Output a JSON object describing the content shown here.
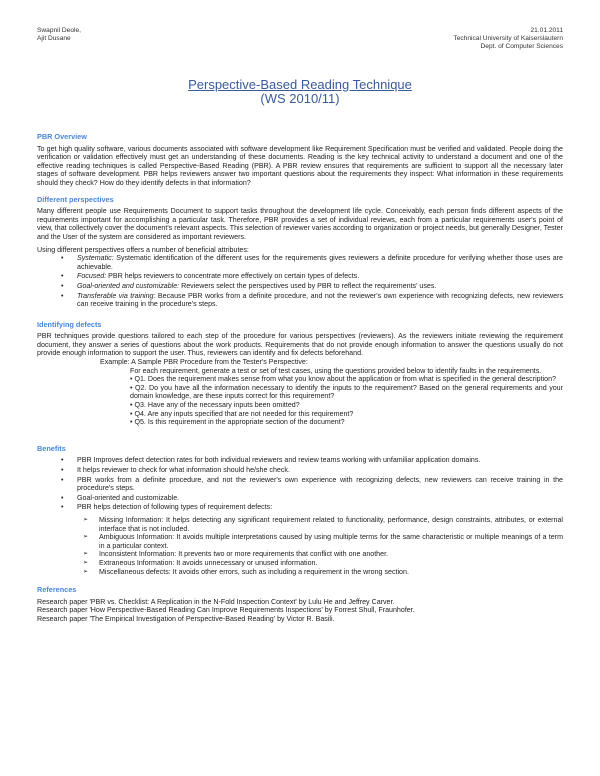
{
  "header": {
    "authors": [
      "Swapnil Deole,",
      "Ajit Dusane"
    ],
    "date": "21.01.2011",
    "institution": "Technical University of Kaiserslautern",
    "department": "Dept. of Computer Sciences"
  },
  "title": {
    "main": "Perspective-Based Reading Technique",
    "sub": "(WS 2010/11)"
  },
  "colors": {
    "title": "#3b5a9a",
    "section_heading": "#4a86d8",
    "body_text": "#222222"
  },
  "overview": {
    "heading": "PBR Overview",
    "text": "To get high quality software, various documents associated with software development like Requirement Specification must be verified and validated. People doing the verification or validation effectively must get an understanding of these documents. Reading is the key technical activity to understand a document and one of the effective reading techniques is called Perspective-Based Reading (PBR). A PBR review ensures that requirements are sufficient to support all the necessary later stages of software development. PBR helps reviewers answer two important questions about the requirements they inspect: What information in these requirements should they check? How do they identify defects in that information?"
  },
  "perspectives": {
    "heading": "Different perspectives",
    "text": "Many different people use Requirements Document to support tasks throughout the development life cycle. Conceivably, each person finds different aspects of the requirements important for accomplishing a particular task. Therefore, PBR provides a set of individual reviews, each from a particular requirements user's point of view, that collectively cover the document's relevant aspects. This selection of reviewer varies according to organization or project needs, but generally Designer, Tester and the User of the system are considered as important reviewers.",
    "intro": "Using different perspectives offers a number of beneficial attributes:",
    "attributes": [
      {
        "term": "Systematic:",
        "text": " Systematic identification of the different uses for the requirements gives reviewers a definite procedure for verifying whether those uses are achievable."
      },
      {
        "term": "Focused:",
        "text": " PBR helps reviewers to concentrate more effectively on certain types of defects."
      },
      {
        "term": "Goal-oriented and customizable:",
        "text": " Reviewers select the perspectives used by PBR to reflect the requirements' uses."
      },
      {
        "term": "Transferable via training:",
        "text": " Because PBR works from a definite procedure, and not the reviewer's own experience with recognizing defects, new reviewers can receive training in the procedure's steps."
      }
    ]
  },
  "defects": {
    "heading": "Identifying defects",
    "text": "PBR techniques provide questions tailored to each step of the procedure for various perspectives (reviewers). As the reviewers initiate reviewing the requirement document, they answer a series of questions about the work products. Requirements that do not provide enough information to answer the questions usually do not provide enough information to support the user. Thus, reviewers can identify and fix defects beforehand.",
    "example_label": "Example: A Sample PBR Procedure from the Tester's Perspective:",
    "example_intro": "For each requirement, generate a test or set of test cases, using the questions provided below to identify faults in the requirements.",
    "questions": [
      "• Q1. Does the requirement makes sense from what you know about the application or from what is specified in the general description?",
      "• Q2. Do you have all the information necessary to identify the inputs to the requirement? Based on the general requirements and your domain knowledge, are these inputs correct for this requirement?",
      "• Q3. Have any of the necessary inputs been omitted?",
      "• Q4. Are any inputs specified that are not needed for this requirement?",
      "• Q5. Is this requirement in the appropriate section of the document?"
    ]
  },
  "benefits": {
    "heading": "Benefits",
    "items": [
      "PBR Improves defect detection rates for both individual reviewers and review teams working with unfamiliar application domains.",
      "It helps reviewer to check for what information should he/she check.",
      "PBR works from a definite procedure, and not the reviewer's own experience with recognizing defects, new reviewers can receive training in the procedure's steps.",
      "Goal-oriented and customizable.",
      "PBR helps detection of following types of requirement defects:"
    ],
    "defect_types": [
      "Missing Information: It helps detecting any significant requirement related to functionality, performance, design constraints, attributes, or external interface that is not included.",
      "Ambiguous Information: It avoids multiple interpretations caused by using multiple terms for the same characteristic or multiple meanings of a term in a particular context.",
      "Inconsistent Information: It prevents two or more requirements that conflict with one another.",
      "Extraneous Information: It avoids unnecessary or unused information.",
      "Miscellaneous defects: It avoids other errors, such as including a requirement in the wrong section."
    ]
  },
  "references": {
    "heading": "References",
    "items": [
      "Research paper 'PBR vs. Checklist: A Replication in the N-Fold Inspection Context' by Lulu He and Jeffrey Carver.",
      "Research paper 'How Perspective-Based Reading Can Improve Requirements Inspections' by Forrest Shull, Fraunhofer.",
      "Research paper 'The Empirical Investigation of Perspective-Based Reading' by Victor R. Basili."
    ]
  }
}
